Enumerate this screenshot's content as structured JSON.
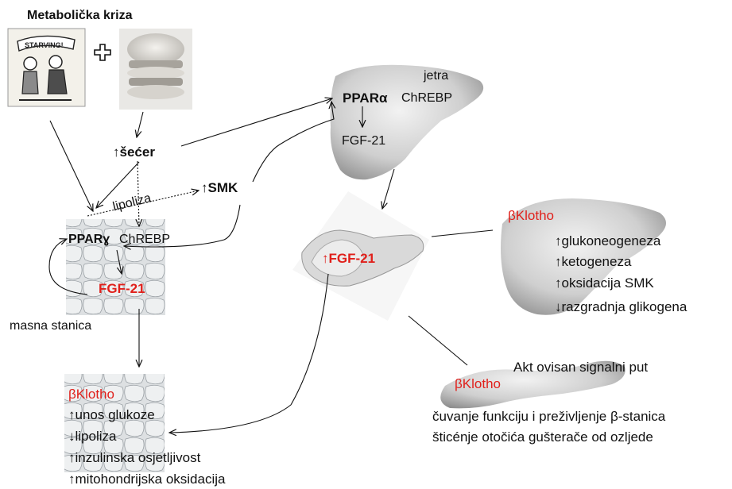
{
  "title": "Metabolička kriza",
  "plus_icon": "plus-icon",
  "colors": {
    "accent": "#e0201b",
    "text": "#111111"
  },
  "adipose": {
    "ppar": "PPARɣ",
    "chrebp": "ChREBP",
    "fgf": "FGF-21",
    "caption": "masna stanica"
  },
  "sugar": "↑šećer",
  "lipolysis": "lipoliza",
  "smk": "↑SMK",
  "liver_top": {
    "name": "jetra",
    "ppar": "PPARα",
    "chrebp": "ChREBP",
    "fgf": "FGF-21"
  },
  "center_fgf": "↑FGF-21",
  "liver_right": {
    "klotho": "βKlotho",
    "effects": [
      "↑glukoneogeneza",
      "↑ketogeneza",
      "↑oksidacija SMK",
      "↓razgradnja glikogena"
    ]
  },
  "adipose_bottom": {
    "klotho": "βKlotho",
    "effects": [
      "↑unos glukoze",
      "↓lipoliza",
      "↑inzulinska osjetljivost",
      "↑mitohondrijska oksidacija"
    ]
  },
  "pancreas": {
    "pathway": "Akt ovisan signalni put",
    "klotho": "βKlotho",
    "effects": [
      "čuvanje funkciju i preživljenje β-stanica",
      "šticénje otočića gušterače od ozljede"
    ]
  }
}
